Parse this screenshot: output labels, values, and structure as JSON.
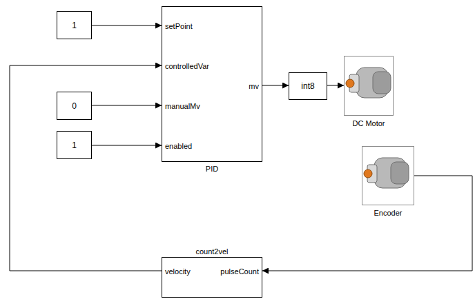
{
  "diagram": {
    "nodes": [
      {
        "text": [
          "1"
        ]
      },
      {
        "text": [
          "setPoint",
          "controlledVar",
          "manualMv",
          "enabled",
          "mv",
          "PID"
        ]
      },
      {
        "text": [
          "int8"
        ]
      },
      {
        "text": [
          "DC Motor"
        ]
      },
      {
        "text": [
          "0"
        ]
      },
      {
        "text": [
          "1"
        ]
      },
      {
        "text": [
          "Encoder"
        ]
      },
      {
        "text": [
          "count2vel",
          "velocity",
          "pulseCount"
        ]
      }
    ],
    "edges": [
      {
        "from": 0,
        "to": 1,
        "arrow": "to"
      },
      {
        "from": 1,
        "to": 2,
        "arrow": "to"
      },
      {
        "from": 2,
        "to": 3,
        "arrow": "to"
      },
      {
        "from": 4,
        "to": 1,
        "arrow": "to"
      },
      {
        "from": 5,
        "to": 1,
        "arrow": "to"
      },
      {
        "from": 6,
        "to": 7,
        "arrow": "to"
      },
      {
        "from": 7,
        "to": 1,
        "arrow": "to"
      }
    ]
  }
}
